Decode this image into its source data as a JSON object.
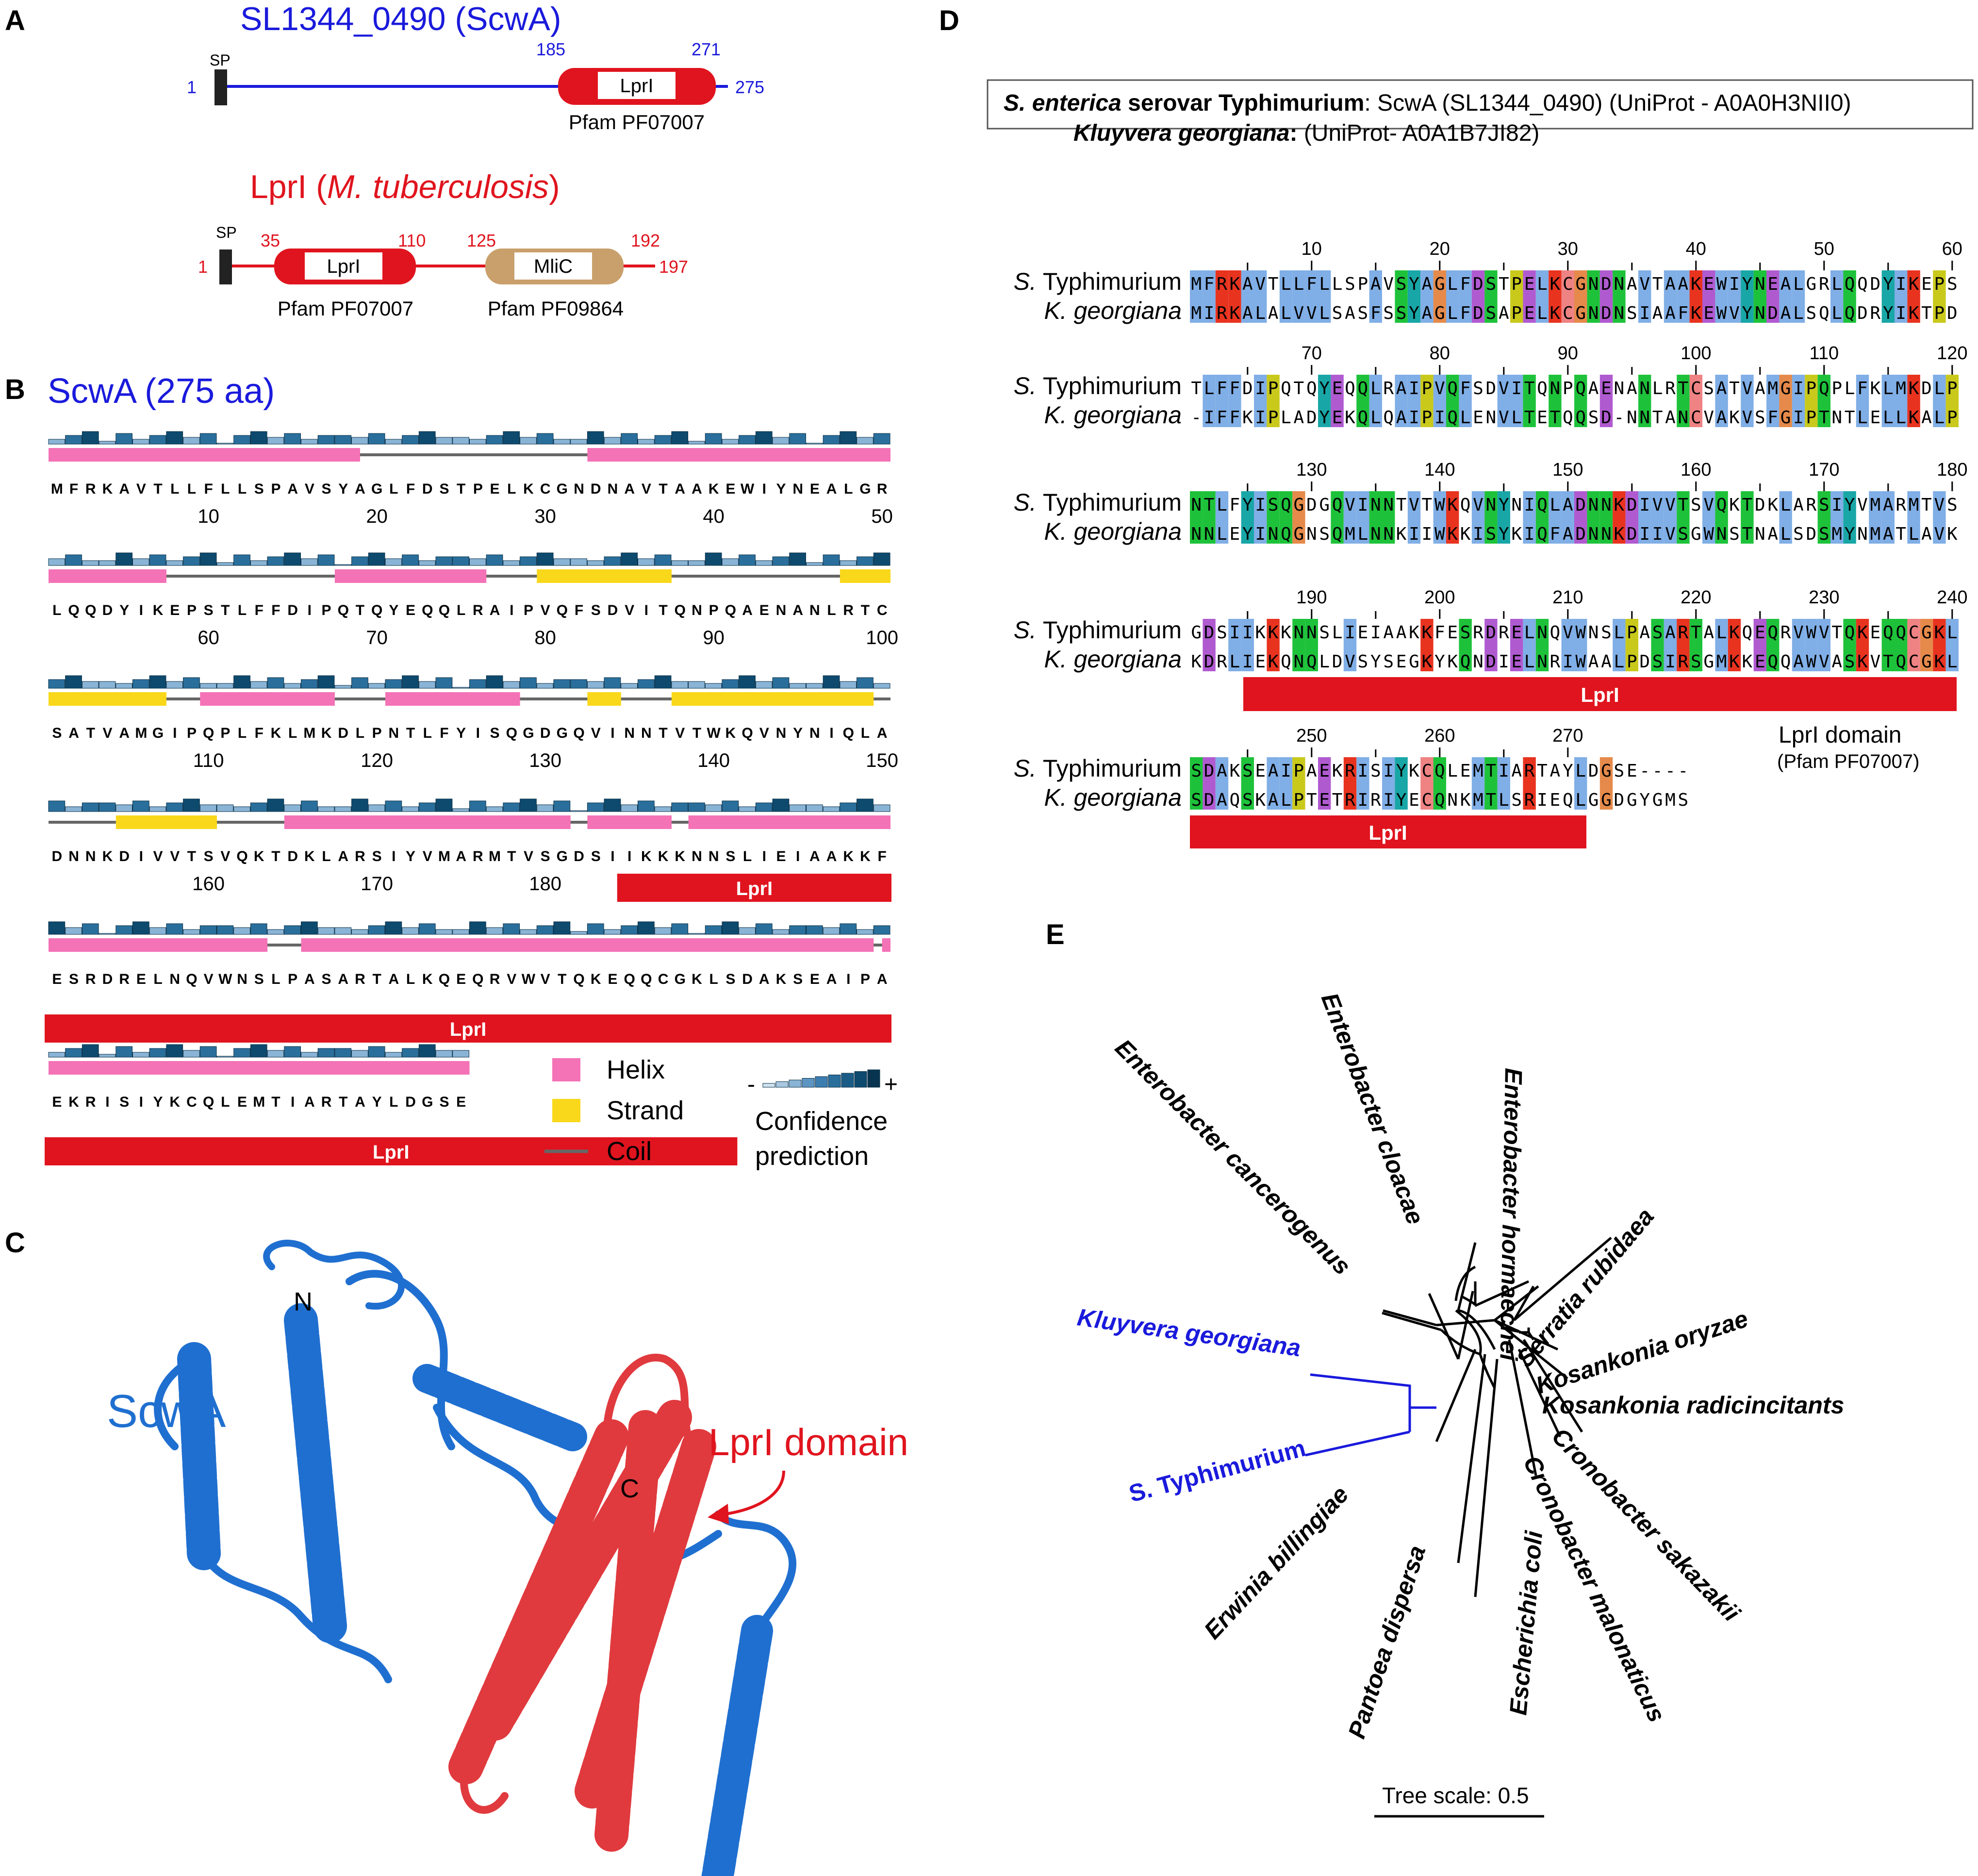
{
  "panels": {
    "A": {
      "letter": "A",
      "scwa": {
        "title": "SL1344_0490 (ScwA)",
        "sp": "SP",
        "start": "1",
        "end": "275",
        "domain_start": "185",
        "domain_end": "271",
        "domain_label": "LprI",
        "pfam": "Pfam PF07007",
        "title_color": "#1a1adc"
      },
      "lpri": {
        "title_main": "LprI (",
        "title_species": "M. tuberculosis",
        "title_close": ")",
        "sp": "SP",
        "start": "1",
        "end": "197",
        "d1_start": "35",
        "d1_end": "110",
        "d1_label": "LprI",
        "d1_pfam": "Pfam PF07007",
        "d2_start": "125",
        "d2_end": "192",
        "d2_label": "MliC",
        "d2_pfam": "Pfam PF09864",
        "title_color": "#e0141e"
      }
    },
    "B": {
      "letter": "B",
      "title": "ScwA (275 aa)",
      "rows": [
        {
          "seq": "MFRKAVTLLFLLSPAVSYAGLFDSTPELKCGNDNAVTAAKEWIYNEALGR",
          "ticks": [
            "10",
            "20",
            "30",
            "40",
            "50"
          ]
        },
        {
          "seq": "LQQDYIKEPSTLFFDIPQTQYEQQLRAIPVQFSDVITQNPQAENANLRTC",
          "ticks": [
            "60",
            "70",
            "80",
            "90",
            "100"
          ]
        },
        {
          "seq": "SATVAMGIPQPLFKLMKDLPNTLFYISQGDGQVINNTVTWKQVNYNIQLA",
          "ticks": [
            "110",
            "120",
            "130",
            "140",
            "150"
          ]
        },
        {
          "seq": "DNNKDIVVTSVQKTDKLARSIYVMARMTVSGDSIIKKKNNSLIEIAAKKF",
          "ticks": [
            "160",
            "170",
            "180"
          ]
        },
        {
          "seq": "ESRDRELNQVWNSLPASARTALKQEQRVWVTQKEQQCGKLSDAKSEAIPA",
          "ticks": []
        },
        {
          "seq": "EKRISIYKCQLEMTIARTAYLDGSE",
          "ticks": []
        }
      ],
      "domain_label": "LprI",
      "legend": {
        "helix": "Helix",
        "strand": "Strand",
        "coil": "Coil",
        "minus": "-",
        "plus": "+",
        "confidence1": "Confidence",
        "confidence2": "prediction"
      },
      "colors": {
        "helix": "#f472b6",
        "strand": "#f9d81b",
        "coil": "#666666",
        "confidence": "#0d4a6e",
        "domain": "#e0141e"
      }
    },
    "C": {
      "letter": "C",
      "label": "ScwA",
      "domain_label": "LprI domain",
      "n_label": "N",
      "c_label": "C",
      "colors": {
        "scwa": "#1f6fd0",
        "lpri": "#e03a3e"
      }
    },
    "D": {
      "letter": "D",
      "box": {
        "line1_species": "S. enterica",
        "line1_rest_bold": " serovar Typhimurium",
        "line1_tail": ": ScwA (SL1344_0490) (UniProt - A0A0H3NII0)",
        "line2_species": "Kluyvera georgiana",
        "line2_colon": ":",
        "line2_tail": " (UniProt- A0A1B7JI82)"
      },
      "name1_prefix": "S.",
      "name1_rest": " Typhimurium",
      "name2_prefix": "K.",
      "name2_rest": " georgiana",
      "blocks": [
        {
          "s1": "MFRKAVTLLFLLSPAVSYAGLFDSTPELKCGNDNAVTAAKEWIYNEALGRLQQDYIKEPS",
          "s2": "MIRKALALVVLSASFSSYAGLFDSAPELKCGNDNSIAAFKEWVYNDALSQLQDRYIKTPD",
          "nums": [
            "10",
            "20",
            "30",
            "40",
            "50",
            "60"
          ]
        },
        {
          "s1": "TLFFDIPQTQYEQQLRAIPVQFSDVITQNPQAENANLRTCSATVAMGIPQPLFKLMKDLP",
          "s2": "-IFFKIPLADYEKQLQAIPIQLENVLTETQQSD-NNTANCVAKVSFGIPTNTLELLKALP",
          "nums": [
            "70",
            "80",
            "90",
            "100",
            "110",
            "120"
          ]
        },
        {
          "s1": "NTLFYISQGDGQVINNTVTWKQVNYNIQLADNNKDIVVTSVQKTDKLARSIYVMARMTVS",
          "s2": "NNLEYINQGNSQMLNNKIIWKKISYKIQFADNNKDIIVSGWNSTNALSDSMYNMATLAVK",
          "nums": [
            "130",
            "140",
            "150",
            "160",
            "170",
            "180"
          ]
        },
        {
          "s1": "GDSIIKKKNNSLIEIAAKKFESRDRELNQVWNSLPASARTALKQEQRVWVTQKEQQCGKL",
          "s2": "KDRLIEKQNQLDVSYSEGKYKQNDIELNRIWAALPDSIRSGMKKEQQAWVASKVTQCGKL",
          "nums": [
            "190",
            "200",
            "210",
            "220",
            "230",
            "240"
          ]
        },
        {
          "s1": "SDAKSEAIPAEKRISIYKCQLEMTIARTAYLDGSE----",
          "s2": "SDAQSKALPTETRIRIYECQNKMTLSRIEQLGGDGYGMS",
          "nums": [
            "250",
            "260",
            "270"
          ]
        }
      ],
      "domain_label": "LprI",
      "domain_note": "LprI domain",
      "domain_pfam": "(Pfam PF07007)",
      "aa_colors": {
        "hyd": "#80aee6",
        "pos": "#e8331f",
        "neg": "#b05ad0",
        "pol": "#1ec23a",
        "gly": "#e58a4a",
        "pro": "#c9c91c",
        "aro": "#19a6a6",
        "cys": "#ef8383"
      }
    },
    "E": {
      "letter": "E",
      "taxa": [
        "Enterobacter hormaechei",
        "Enterobacter cloacae",
        "Enterobacter cancerogenus",
        "Kluyvera georgiana",
        "S. Typhimurium",
        "Erwinia billingiae",
        "Pantoea dispersa",
        "Escherichia coli",
        "Cronobacter malonaticus",
        "Cronobacter sakazakii",
        "Kosankonia radicincitants",
        "Kosankonia oryzae",
        "Serratia rubidaea"
      ],
      "scale": "Tree scale: 0.5",
      "highlight_color": "#1a1adc"
    }
  }
}
